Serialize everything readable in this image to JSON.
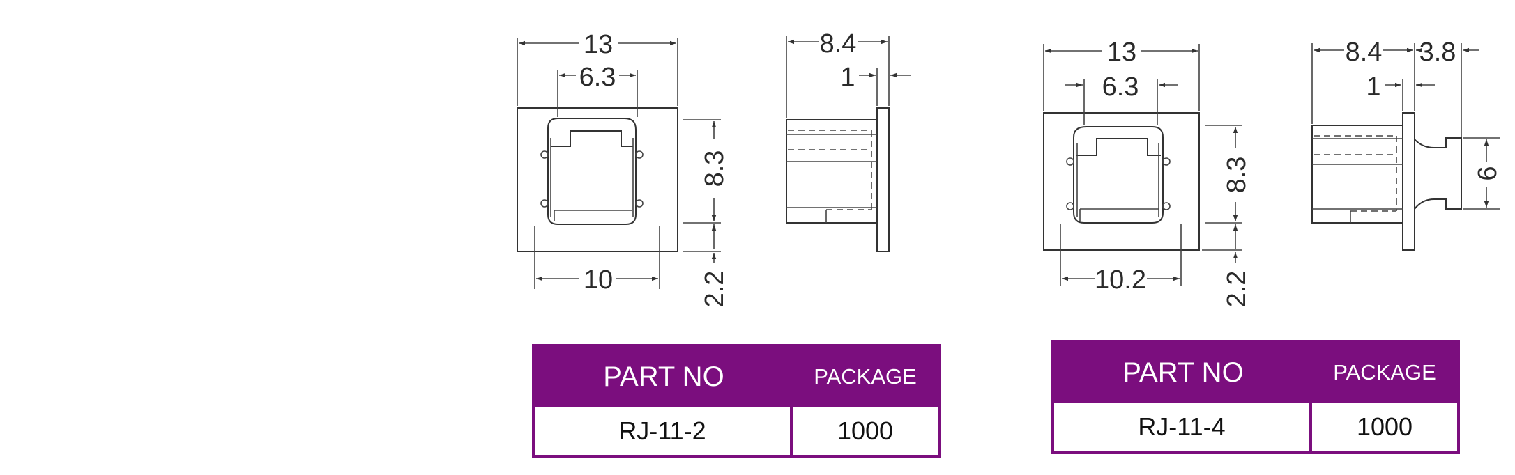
{
  "drawings": [
    {
      "part": "RJ-11-2",
      "front": {
        "width": "13",
        "opening": "6.3",
        "bottom": "10",
        "height": "8.3",
        "offset": "2.2"
      },
      "side": {
        "depth": "8.4",
        "flange": "1"
      }
    },
    {
      "part": "RJ-11-4",
      "front": {
        "width": "13",
        "opening": "6.3",
        "bottom": "10.2",
        "height": "8.3",
        "offset": "2.2"
      },
      "side": {
        "depth": "8.4",
        "flange": "1",
        "boss_len": "3.8",
        "boss_h": "6"
      }
    }
  ],
  "tables": [
    {
      "headers": [
        "PART NO",
        "PACKAGE"
      ],
      "row": [
        "RJ-11-2",
        "1000"
      ]
    },
    {
      "headers": [
        "PART NO",
        "PACKAGE"
      ],
      "row": [
        "RJ-11-4",
        "1000"
      ]
    }
  ],
  "colors": {
    "table_header": "#7b0e7e",
    "line": "#333333"
  }
}
